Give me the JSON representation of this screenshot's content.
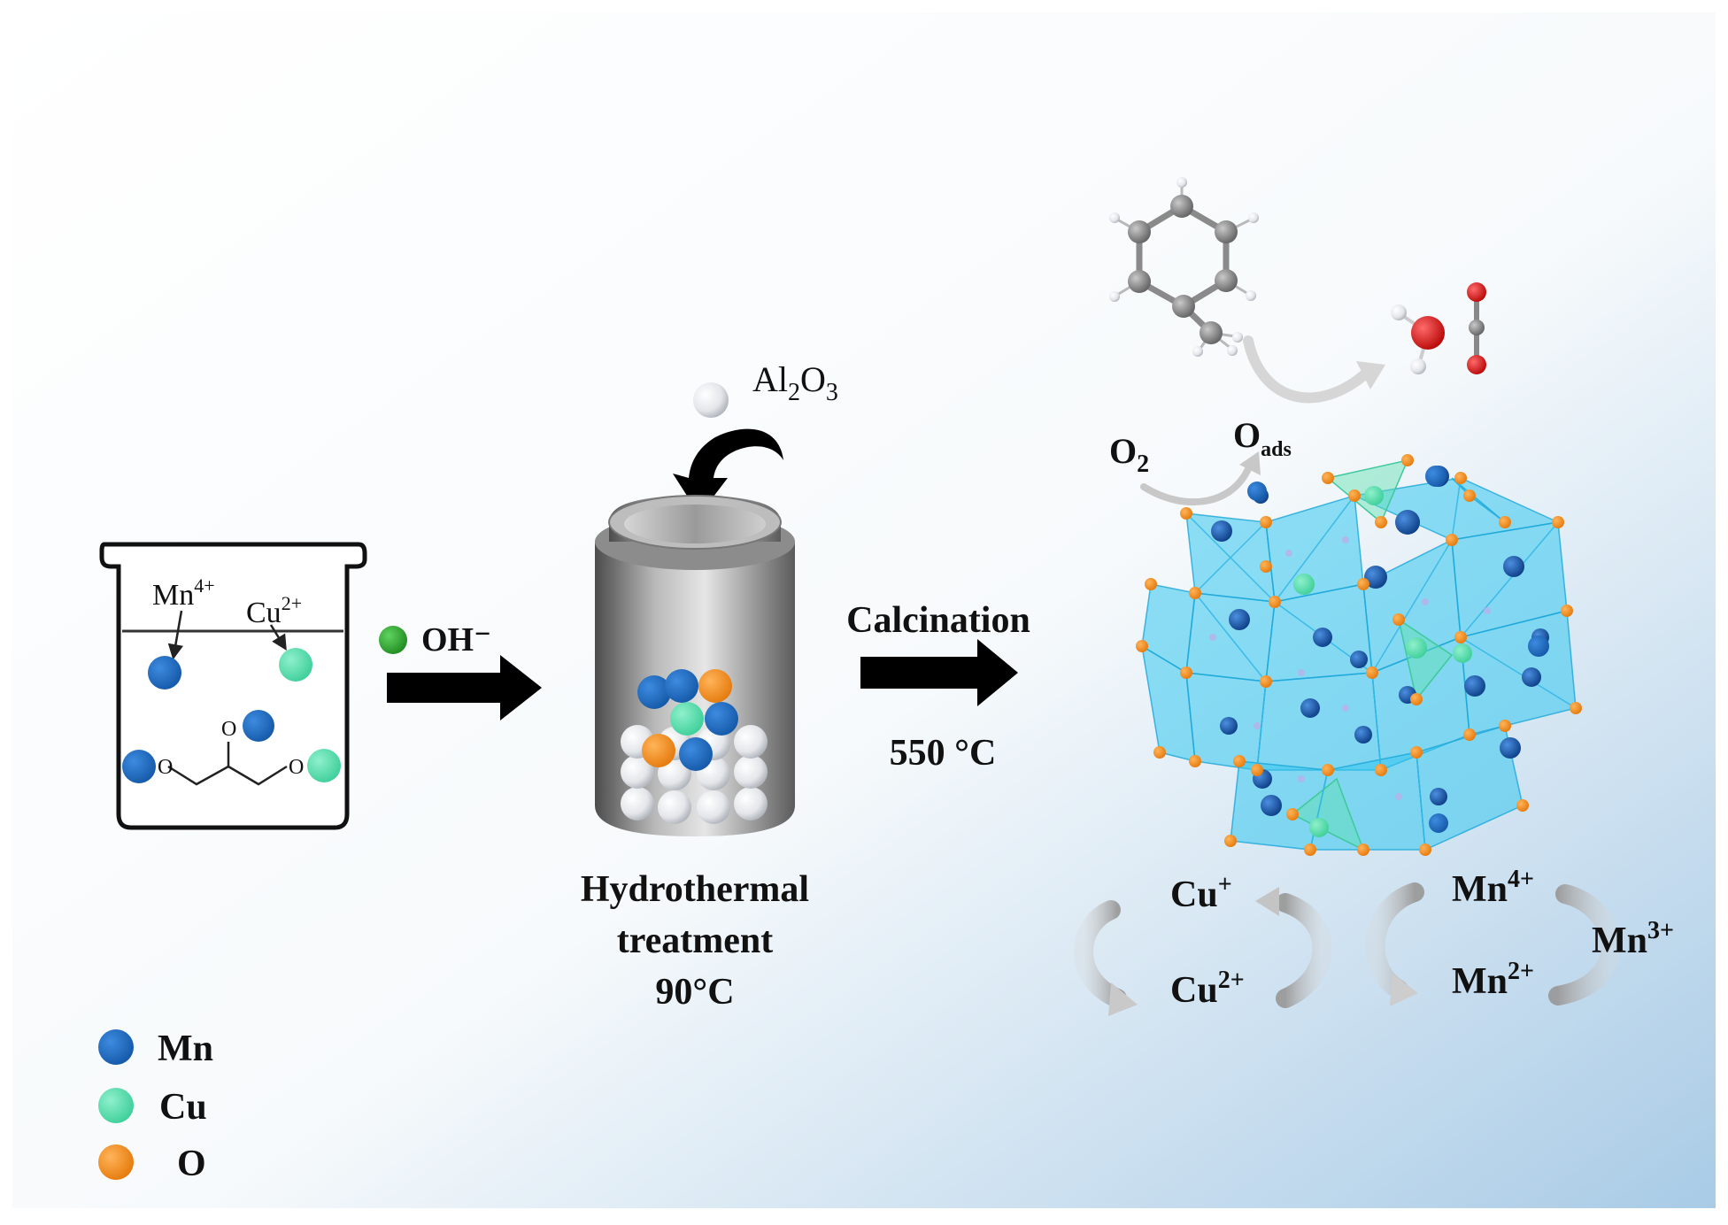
{
  "beaker": {
    "mn_ion": "Mn",
    "mn_charge": "4+",
    "cu_ion": "Cu",
    "cu_charge": "2+",
    "oxygen_label": "O"
  },
  "step1": {
    "reagent": "OH⁻"
  },
  "step2": {
    "additive_base": "Al",
    "additive_sub1": "2",
    "additive_mid": "O",
    "additive_sub2": "3",
    "line1": "Hydrothermal",
    "line2": "treatment",
    "line3": "90°C"
  },
  "step3": {
    "label": "Calcination",
    "temperature": "550 °C"
  },
  "surface": {
    "o2_base": "O",
    "o2_sub": "2",
    "oads_base": "O",
    "oads_sub": "ads"
  },
  "redox": {
    "cu_plus_base": "Cu",
    "cu_plus_sup": "+",
    "cu_2plus_base": "Cu",
    "cu_2plus_sup": "2+",
    "mn_4plus_base": "Mn",
    "mn_4plus_sup": "4+",
    "mn_3plus_base": "Mn",
    "mn_3plus_sup": "3+",
    "mn_2plus_base": "Mn",
    "mn_2plus_sup": "2+"
  },
  "legend": {
    "items": [
      {
        "label": "Mn",
        "color": "#1e6bc4"
      },
      {
        "label": "Cu",
        "color": "#5ee0b0"
      },
      {
        "label": "O",
        "color": "#f28a1d"
      }
    ]
  },
  "colors": {
    "mn": "#1e6bc4",
    "cu": "#5ee0b0",
    "o": "#f28a1d",
    "oh": "#3aaa3a",
    "polyhedra": "#35c6ee"
  }
}
